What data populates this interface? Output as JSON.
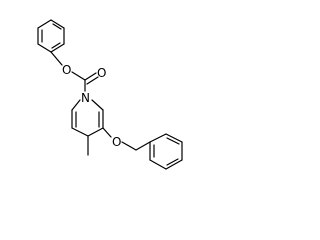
{
  "molecule": {
    "atoms": {
      "O_ester": "O",
      "O_carbonyl": "O",
      "N_ring": "N",
      "O_ether": "O"
    }
  }
}
